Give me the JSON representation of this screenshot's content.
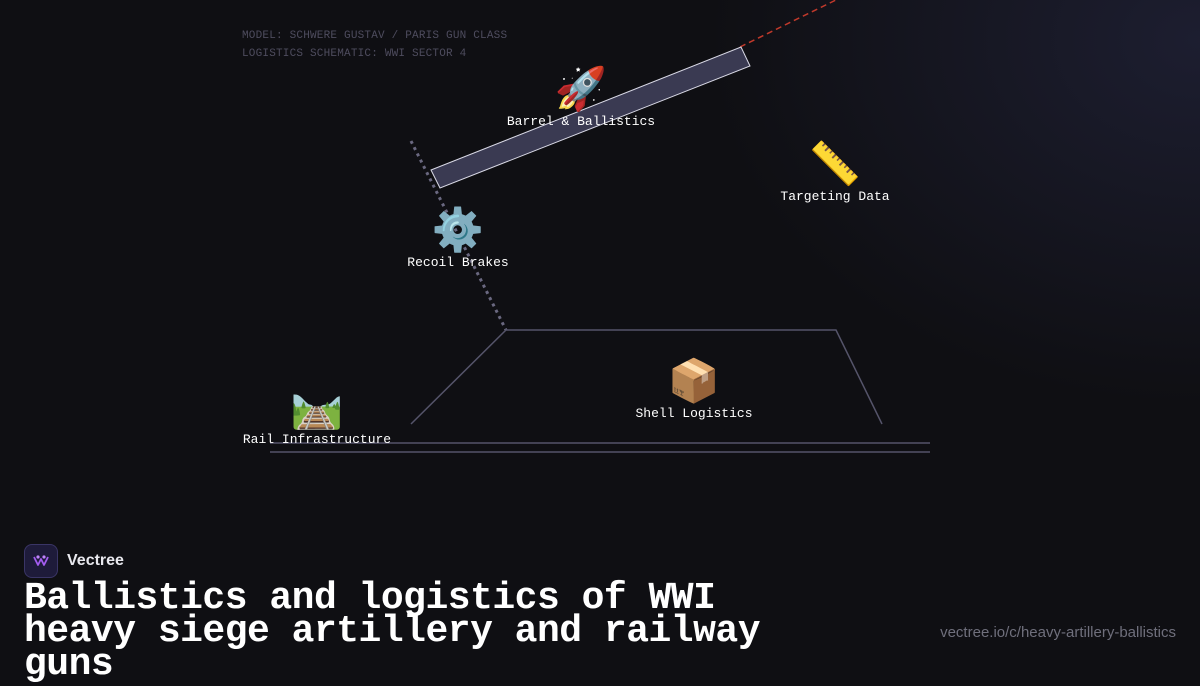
{
  "meta": {
    "line1": "MODEL: SCHWERE GUSTAV / PARIS GUN CLASS",
    "line2": "LOGISTICS SCHEMATIC: WWI SECTOR 4"
  },
  "nodes": {
    "barrel": {
      "emoji": "🚀",
      "icon": "rocket-icon",
      "label": "Barrel & Ballistics"
    },
    "targeting": {
      "emoji": "📏",
      "icon": "ruler-icon",
      "label": "Targeting Data"
    },
    "recoil": {
      "emoji": "⚙️",
      "icon": "gear-icon",
      "label": "Recoil Brakes"
    },
    "rail": {
      "emoji": "🛤️",
      "icon": "railway-track-icon",
      "label": "Rail Infrastructure"
    },
    "shell": {
      "emoji": "📦",
      "icon": "package-icon",
      "label": "Shell Logistics"
    }
  },
  "brand": {
    "name": "Vectree"
  },
  "headline": "Ballistics and logistics of WWI heavy siege artillery and railway guns",
  "url": "vectree.io/c/heavy-artillery-ballistics",
  "colors": {
    "background": "#0f0f13",
    "trajectory": "#c0392b",
    "structure": "#55546a",
    "barrel": "#3a3a52"
  }
}
